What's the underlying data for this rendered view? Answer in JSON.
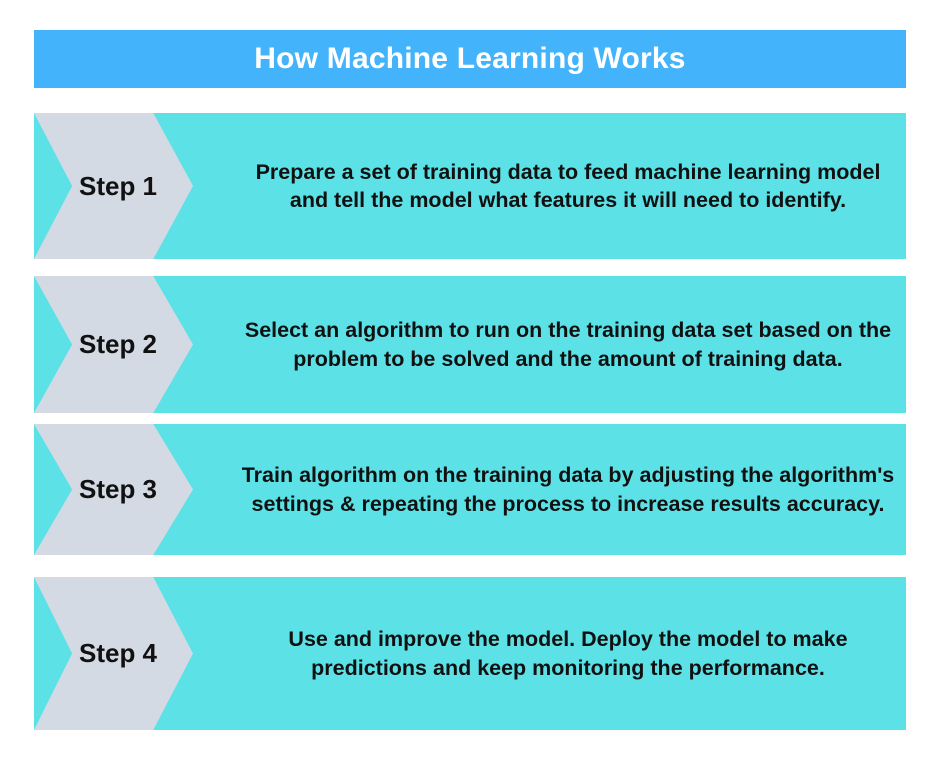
{
  "title": {
    "text": "How Machine Learning Works",
    "background_color": "#43b4fb",
    "text_color": "#ffffff"
  },
  "colors": {
    "page_background": "#ffffff",
    "banner_blue": "#43b4fb",
    "step_bar_cyan": "#5ce1e6",
    "chevron_gray": "#d4dae4",
    "text_dark": "#111111"
  },
  "steps": [
    {
      "label": "Step 1",
      "description": "Prepare a set of training data to feed machine learning model and tell the model what features it will need to identify."
    },
    {
      "label": "Step 2",
      "description": "Select an algorithm to run on the training data set based on the problem to be solved and the amount of training data."
    },
    {
      "label": "Step 3",
      "description": "Train algorithm on the training data by adjusting the algorithm's settings & repeating the process to increase results accuracy."
    },
    {
      "label": "Step 4",
      "description": "Use and improve the model. Deploy the model to make predictions and keep monitoring the performance."
    }
  ]
}
